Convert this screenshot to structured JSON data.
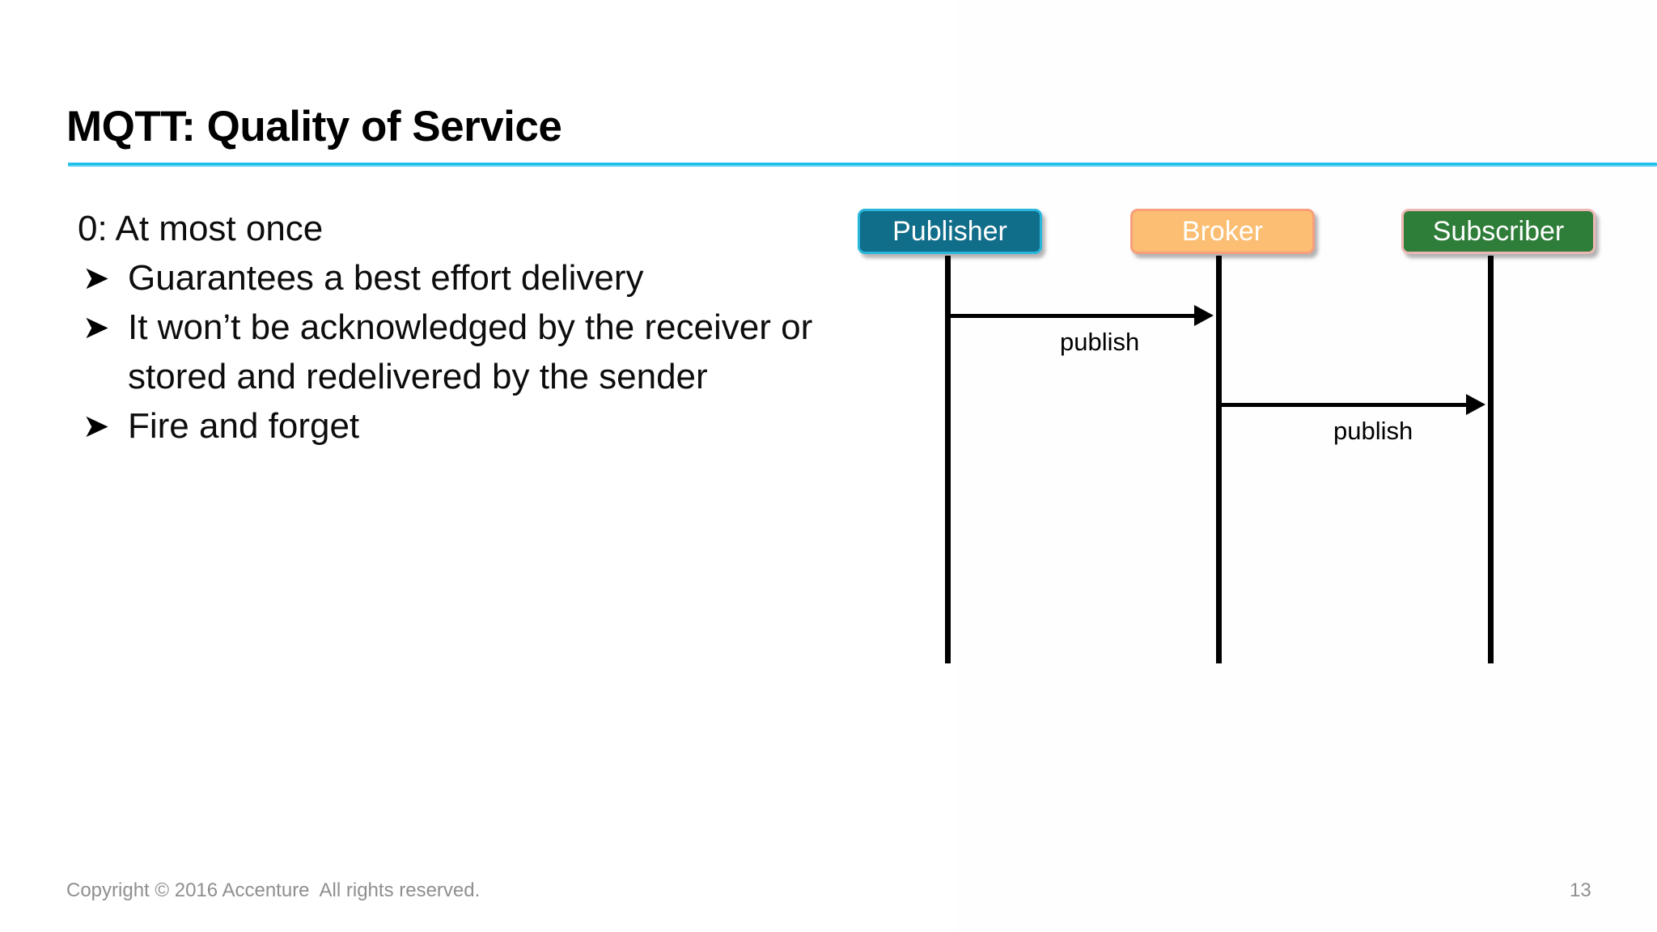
{
  "slide": {
    "title": "MQTT: Quality of Service",
    "accent_color": "#1EBEEB"
  },
  "content": {
    "lead": "0: At most once",
    "bullet_marker": "➤",
    "bullets": [
      "Guarantees a best effort delivery",
      "It won’t be acknowledged by the receiver or stored and redelivered by the sender",
      "Fire and forget"
    ]
  },
  "diagram": {
    "type": "sequence",
    "nodes": [
      {
        "label": "Publisher",
        "fill": "#116E8A",
        "border": "#29B6DC",
        "text_color": "#FFFFFF"
      },
      {
        "label": "Broker",
        "fill": "#FBBE72",
        "border": "#F79F7C",
        "text_color": "#FFFFFF"
      },
      {
        "label": "Subscriber",
        "fill": "#2E7D39",
        "border": "#EDB7B5",
        "text_color": "#FFFFFF"
      }
    ],
    "messages": [
      {
        "label": "publish",
        "from": "Publisher",
        "to": "Broker",
        "direction": "right"
      },
      {
        "label": "publish",
        "from": "Broker",
        "to": "Subscriber",
        "direction": "right"
      }
    ]
  },
  "footer": {
    "copyright": "Copyright © 2016 Accenture  All rights reserved.",
    "page_number": "13"
  }
}
